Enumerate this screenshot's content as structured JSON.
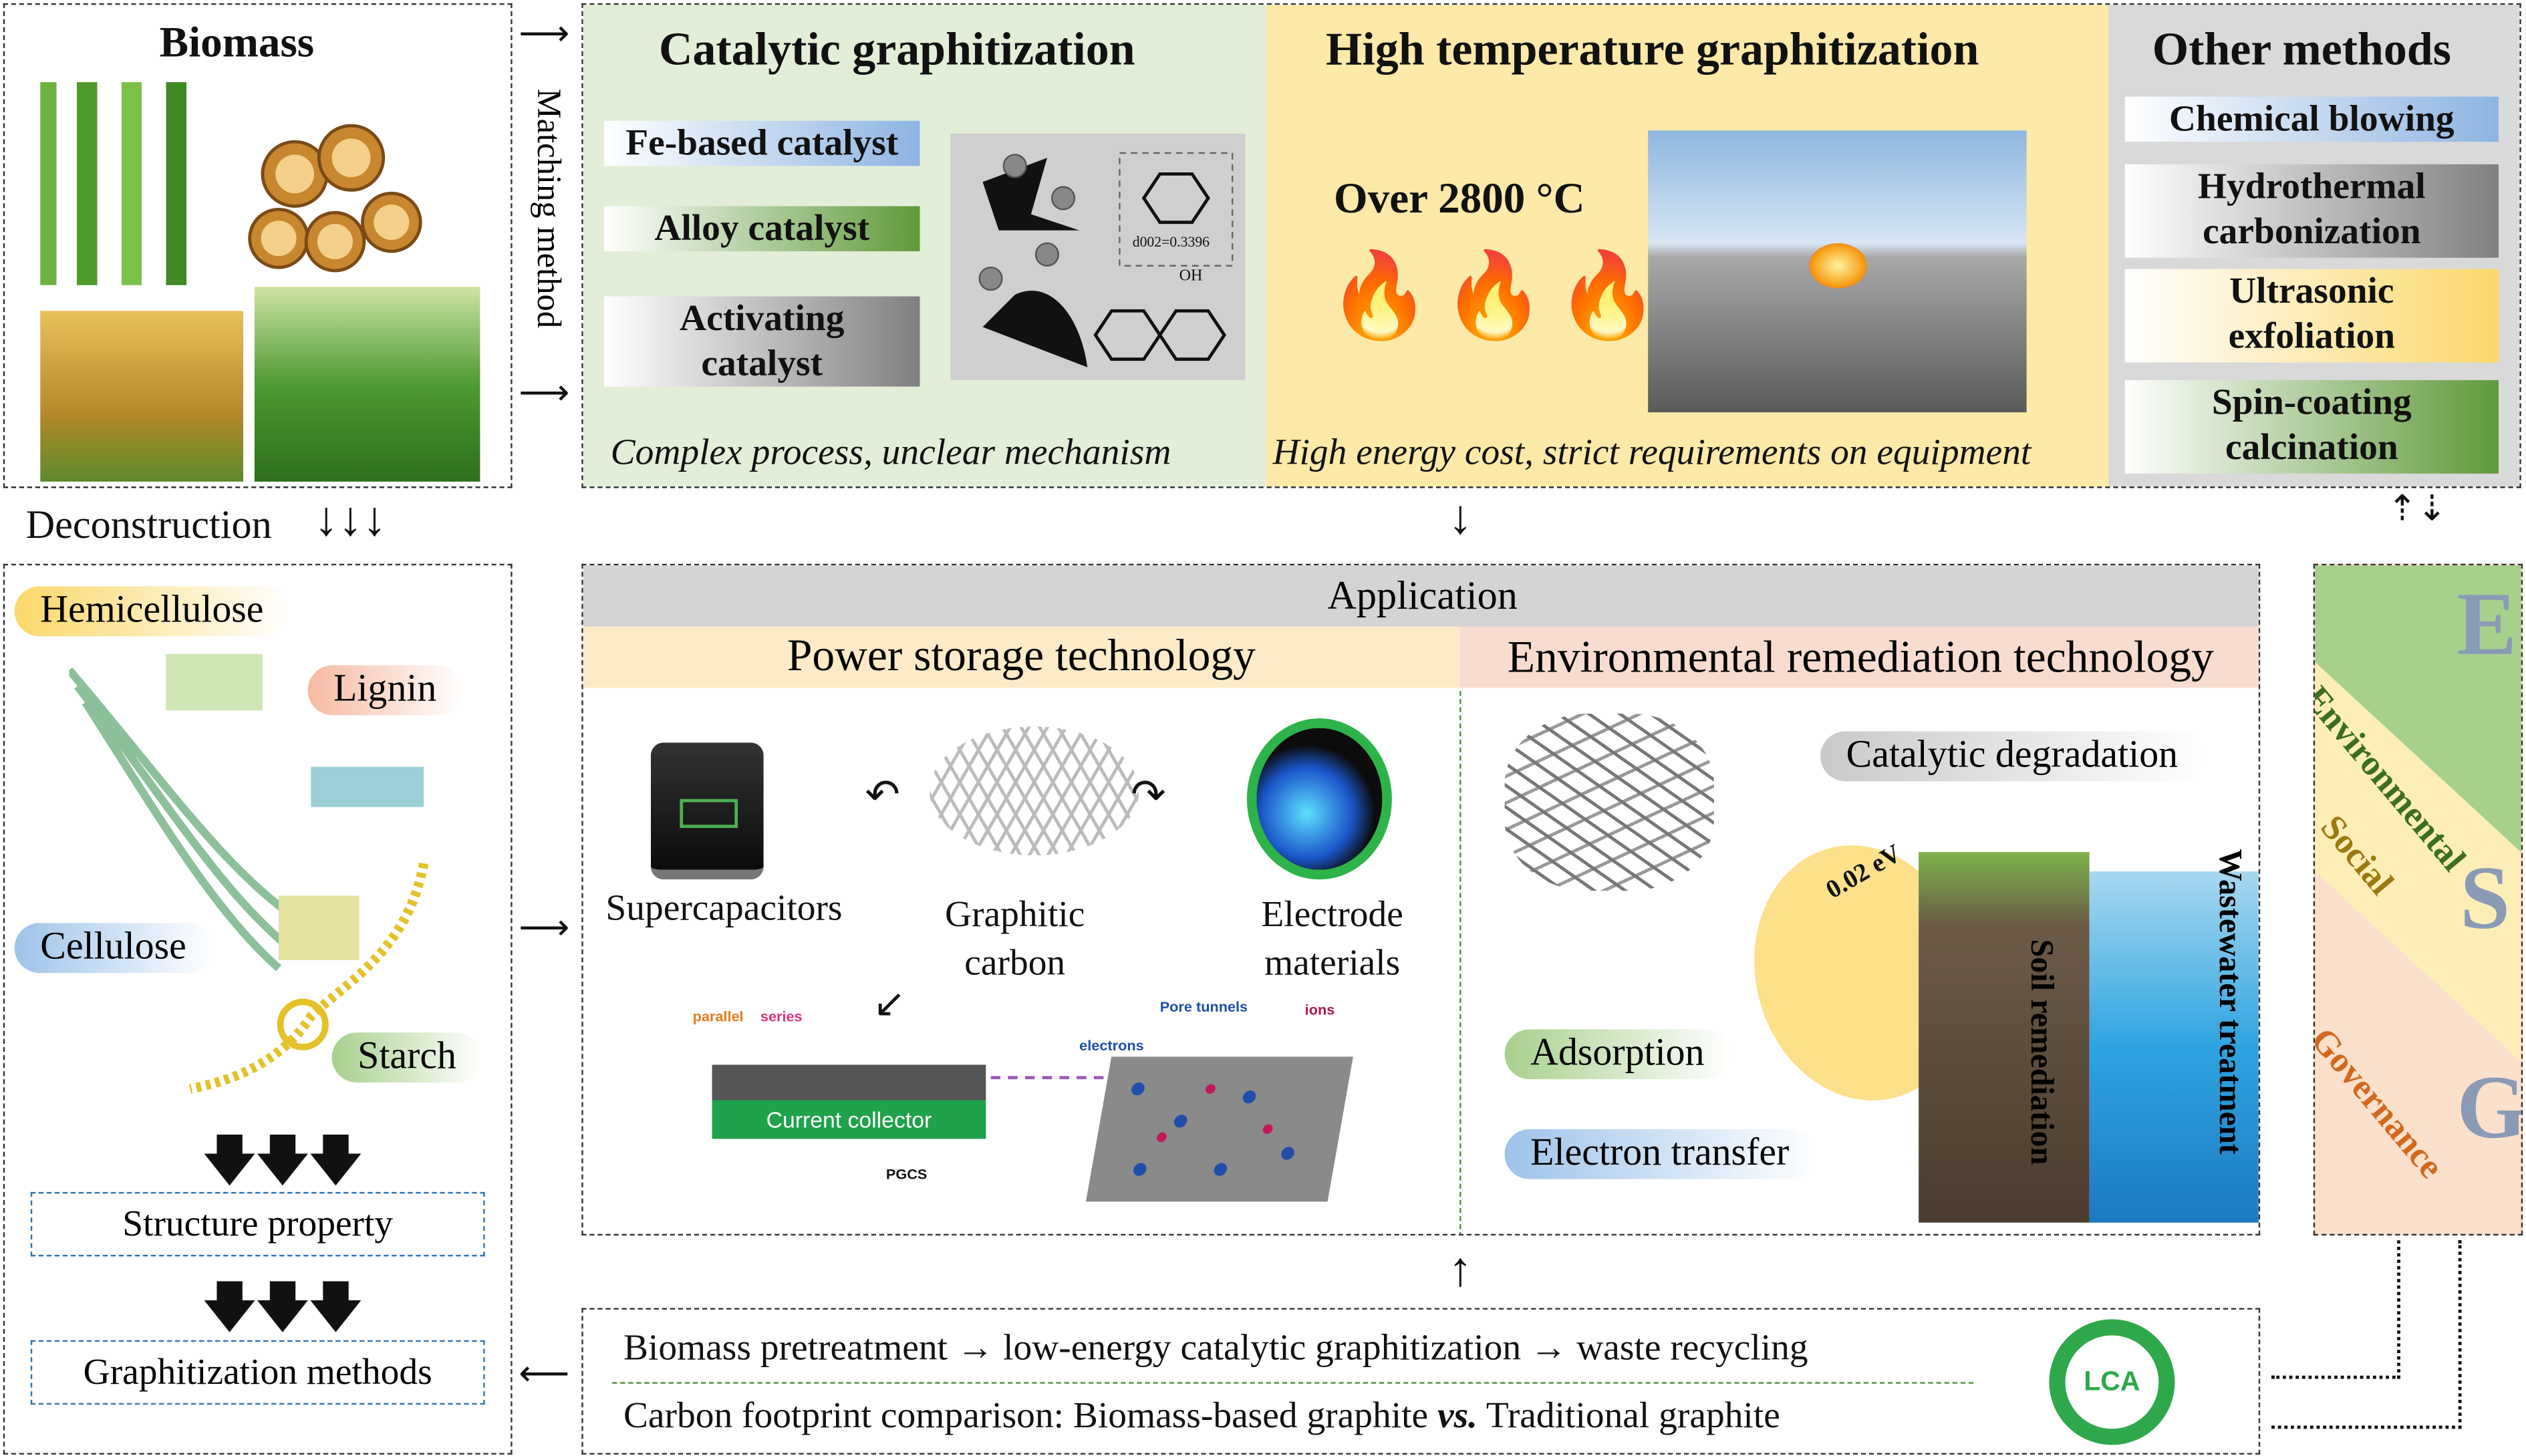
{
  "biomass": {
    "title": "Biomass",
    "deconstruction": "Deconstruction",
    "matching": "Matching method"
  },
  "catalytic": {
    "title": "Catalytic graphitization",
    "items": [
      "Fe-based catalyst",
      "Alloy catalyst",
      "Activating catalyst"
    ],
    "d002": "d002=0.3396",
    "oh": "OH",
    "note": "Complex  process, unclear mechanism"
  },
  "hightemp": {
    "title": "High temperature graphitization",
    "temp": "Over 2800 °C",
    "note": "High energy cost, strict requirements on equipment"
  },
  "other": {
    "title": "Other methods",
    "items": [
      "Chemical blowing",
      "Hydrothermal carbonization",
      "Ultrasonic exfoliation",
      "Spin-coating calcination"
    ]
  },
  "components": {
    "hemicellulose": "Hemicellulose",
    "lignin": "Lignin",
    "cellulose": "Cellulose",
    "starch": "Starch",
    "structure": "Structure property",
    "methods": "Graphitization methods"
  },
  "application": {
    "title": "Application",
    "power": "Power storage technology",
    "env": "Environmental remediation technology",
    "supercap": "Supercapacitors",
    "graphitic": "Graphitic carbon",
    "electrode": "Electrode materials",
    "parallel": "parallel",
    "series": "series",
    "collector": "Current collector",
    "pgcs": "PGCS",
    "pore": "Pore tunnels",
    "electrons": "electrons",
    "ions": "ions",
    "catdeg": "Catalytic degradation",
    "ev": "0.02 eV",
    "adsorption": "Adsorption",
    "etransfer": "Electron transfer",
    "soil": "Soil remediation",
    "wastewater": "Wastewater treatment"
  },
  "esg": {
    "e": "Environmental",
    "s": "Social",
    "g": "Governance",
    "le": "E",
    "ls": "S",
    "lg": "G"
  },
  "bottom": {
    "line1": "Biomass pretreatment → low-energy catalytic graphitization → waste recycling",
    "line2a": "Carbon footprint comparison: Biomass-based graphite ",
    "vs": "vs.",
    "line2b": " Traditional graphite",
    "lca": "LCA"
  }
}
